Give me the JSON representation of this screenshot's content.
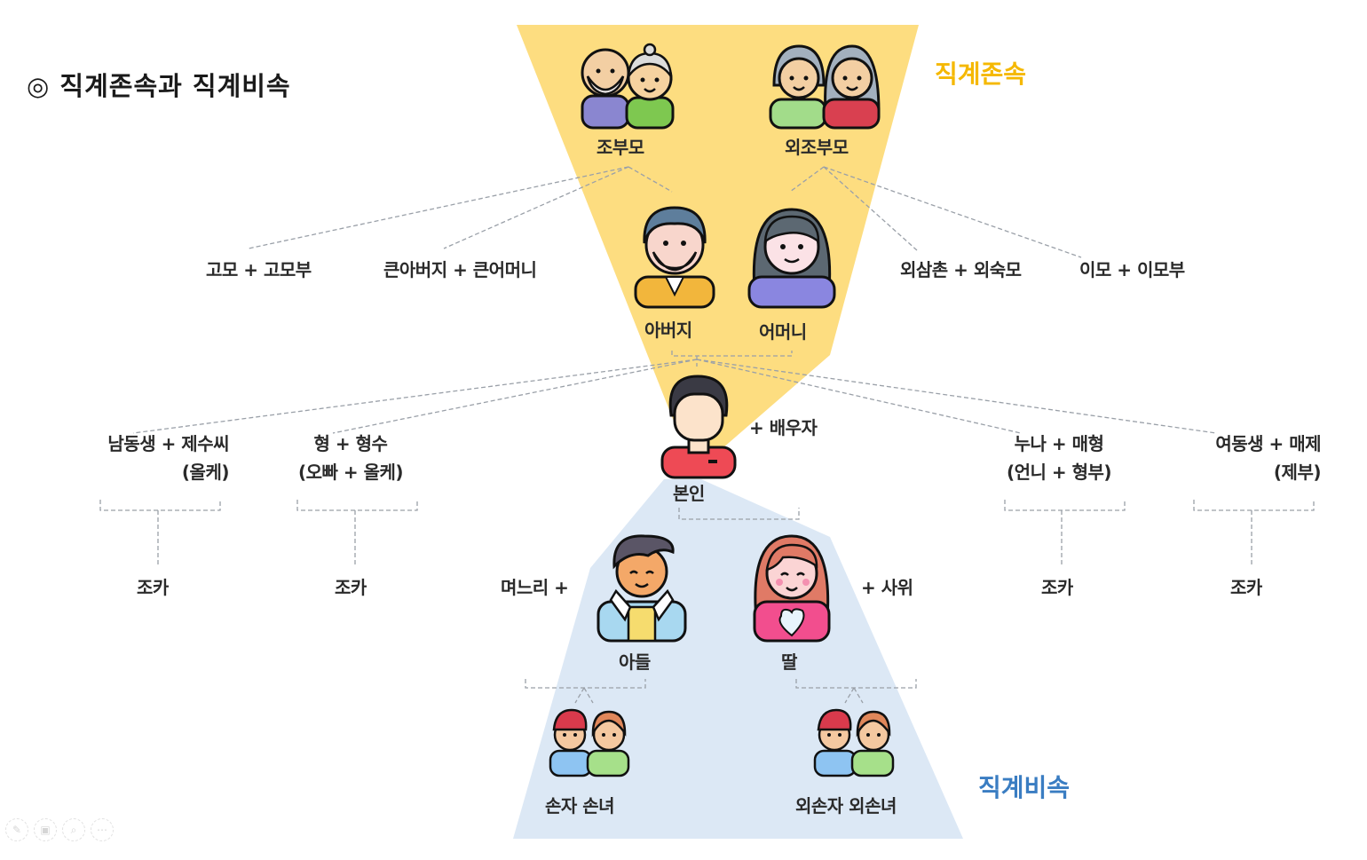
{
  "title": "◎ 직계존속과 직계비속",
  "sections": {
    "ascendants": {
      "label": "직계존속",
      "color": "#F5B800",
      "fill": "#FDDD80"
    },
    "descendants": {
      "label": "직계비속",
      "color": "#3A7DC2",
      "fill": "#DCE8F5"
    }
  },
  "grandparents": {
    "paternal": "조부모",
    "maternal": "외조부모"
  },
  "parents": {
    "father": "아버지",
    "mother": "어머니"
  },
  "paternal_relatives": [
    "고모 + 고모부",
    "큰아버지 + 큰어머니"
  ],
  "maternal_relatives": [
    "외삼촌 + 외숙모",
    "이모 + 이모부"
  ],
  "self": {
    "label": "본인",
    "spouse": "+ 배우자"
  },
  "siblings": [
    {
      "line1": "남동생 + 제수씨",
      "line2": "(올케)",
      "align": "right",
      "child": "조카"
    },
    {
      "line1": "형 + 형수",
      "line2": "(오빠 + 올케)",
      "align": "center",
      "child": "조카"
    },
    {
      "line1": "누나 + 매형",
      "line2": "(언니 + 형부)",
      "align": "center",
      "child": "조카"
    },
    {
      "line1": "여동생 + 매제",
      "line2": "(제부)",
      "align": "right",
      "child": "조카"
    }
  ],
  "children": {
    "son": "아들",
    "son_spouse": "며느리 +",
    "daughter": "딸",
    "daughter_spouse": "+ 사위"
  },
  "grandchildren": {
    "paternal": "손자 손녀",
    "maternal": "외손자 외손녀"
  },
  "toolbar": [
    "pen-icon",
    "gallery-icon",
    "zoom-icon",
    "more-icon"
  ]
}
